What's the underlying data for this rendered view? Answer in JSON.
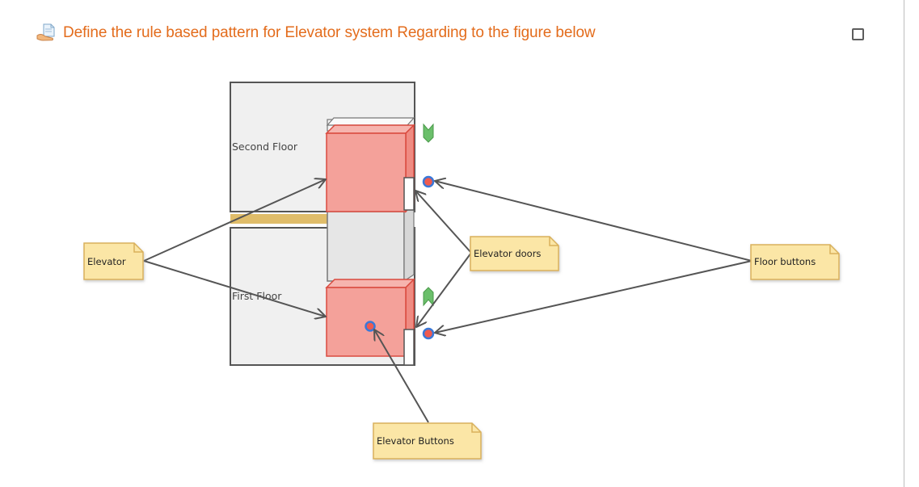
{
  "question": {
    "title": "Define the rule based pattern for Elevator system Regarding to the figure below",
    "icon": "hand-document-icon",
    "link_color": "#e36c1c"
  },
  "flag": {
    "icon": "checkbox-icon"
  },
  "figure": {
    "floor_labels": {
      "second": "Second Floor",
      "first": "First Floor"
    },
    "notes": {
      "elevator": "Elevator",
      "elevator_doors": "Elevator doors",
      "floor_buttons": "Floor buttons",
      "elevator_buttons": "Elevator Buttons"
    },
    "colors": {
      "car": "#f4a19a",
      "car_edge": "#d94a3f",
      "note_fill": "#fbe6a6",
      "note_edge": "#d9b15c",
      "arrow": "#555555",
      "shaft": "#f0f0f0",
      "beam": "#e0bd6a",
      "indicator": "#6bbf6b",
      "button": "#3a78d8"
    }
  }
}
